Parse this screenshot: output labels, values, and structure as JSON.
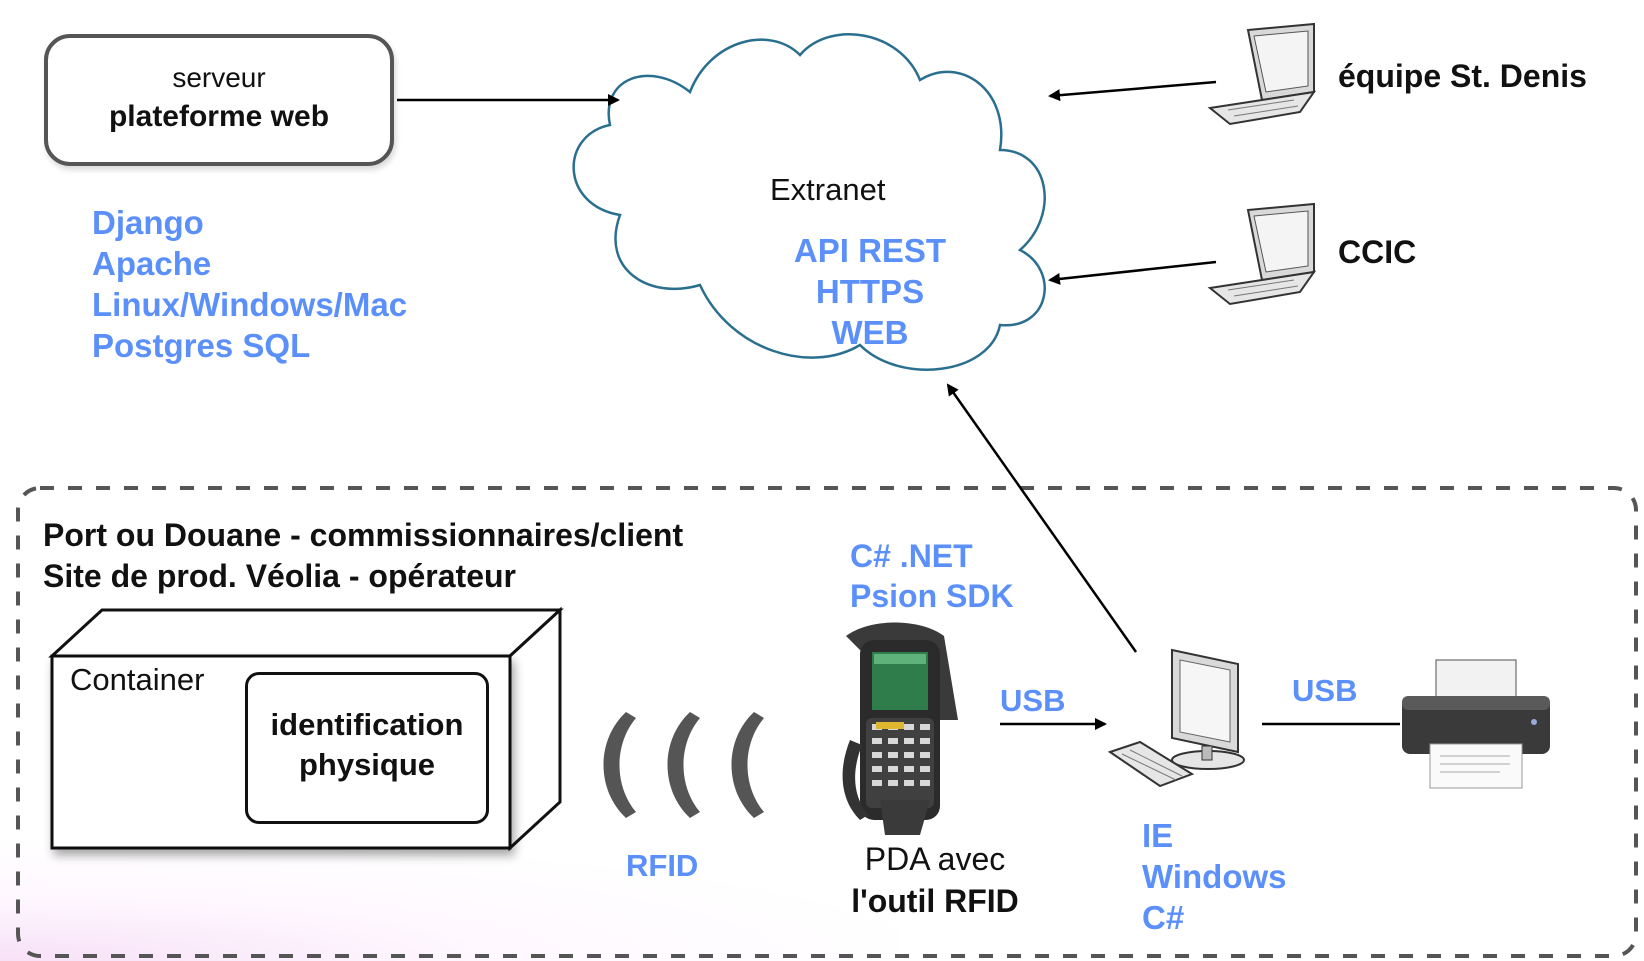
{
  "server": {
    "line1": "serveur",
    "line2": "plateforme web"
  },
  "server_tech": [
    "Django",
    "Apache",
    "Linux/Windows/Mac",
    "Postgres SQL"
  ],
  "cloud": {
    "title": "Extranet",
    "items": [
      "API REST",
      "HTTPS",
      "WEB"
    ]
  },
  "users": [
    {
      "label": "équipe St. Denis"
    },
    {
      "label": "CCIC"
    }
  ],
  "site": {
    "line1": "Port ou Douane - commissionnaires/client",
    "line2": "Site de prod. Véolia - opérateur"
  },
  "container": {
    "label": "Container",
    "ident_line1": "identification",
    "ident_line2": "physique"
  },
  "rfid_label": "RFID",
  "pda": {
    "tech": [
      "C# .NET",
      "Psion SDK"
    ],
    "label_line1": "PDA avec",
    "label_line2": "l'outil RFID"
  },
  "usb_pda_pc": "USB",
  "usb_pc_printer": "USB",
  "pc_tech": [
    "IE",
    "Windows",
    "C#"
  ],
  "colors": {
    "accent_blue": "#5b8ff9",
    "cloud_stroke": "#2a6f8f",
    "text": "#111111"
  }
}
